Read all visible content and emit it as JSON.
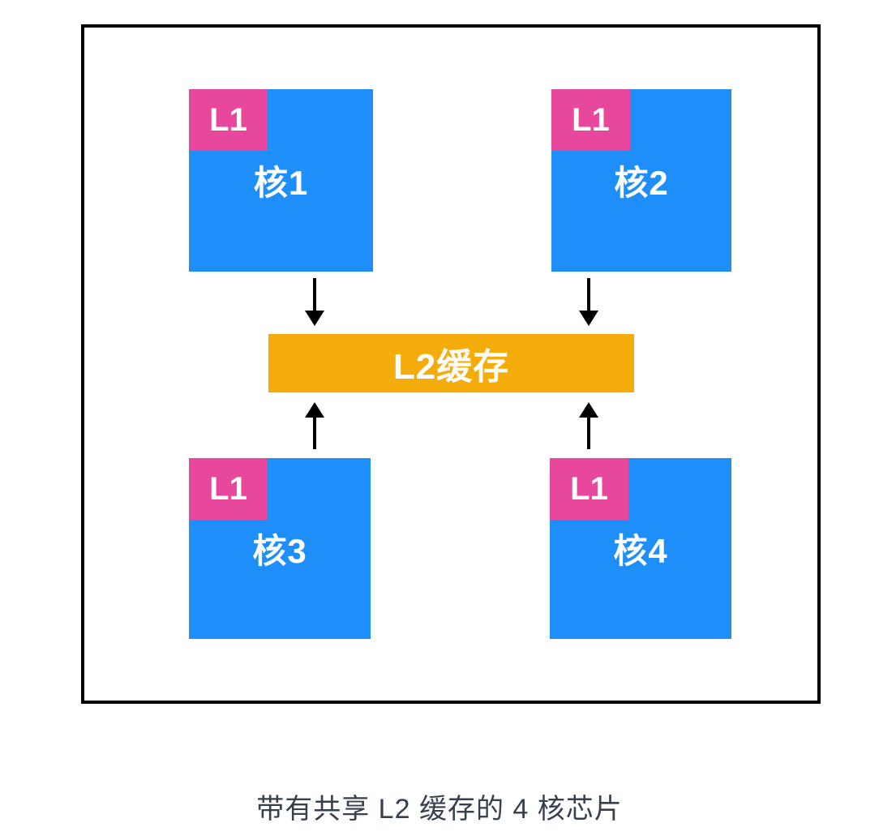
{
  "figure": {
    "caption": "带有共享 L2 缓存的 4 核芯片"
  },
  "chip": {
    "cores": [
      {
        "id": "core-1",
        "label": "核1",
        "l1_label": "L1"
      },
      {
        "id": "core-2",
        "label": "核2",
        "l1_label": "L1"
      },
      {
        "id": "core-3",
        "label": "核3",
        "l1_label": "L1"
      },
      {
        "id": "core-4",
        "label": "核4",
        "l1_label": "L1"
      }
    ],
    "l2_cache_label": "L2缓存",
    "arrows": [
      {
        "from": "core-1",
        "to": "l2-cache",
        "direction": "down"
      },
      {
        "from": "core-2",
        "to": "l2-cache",
        "direction": "down"
      },
      {
        "from": "core-3",
        "to": "l2-cache",
        "direction": "up"
      },
      {
        "from": "core-4",
        "to": "l2-cache",
        "direction": "up"
      }
    ]
  },
  "colors": {
    "core_blue": "#1e8ffa",
    "l1_pink": "#e8489c",
    "l2_orange": "#f4ac0a",
    "frame_border": "#000000",
    "arrow_black": "#000000",
    "caption_text": "#36404e",
    "label_text": "#ffffff"
  }
}
